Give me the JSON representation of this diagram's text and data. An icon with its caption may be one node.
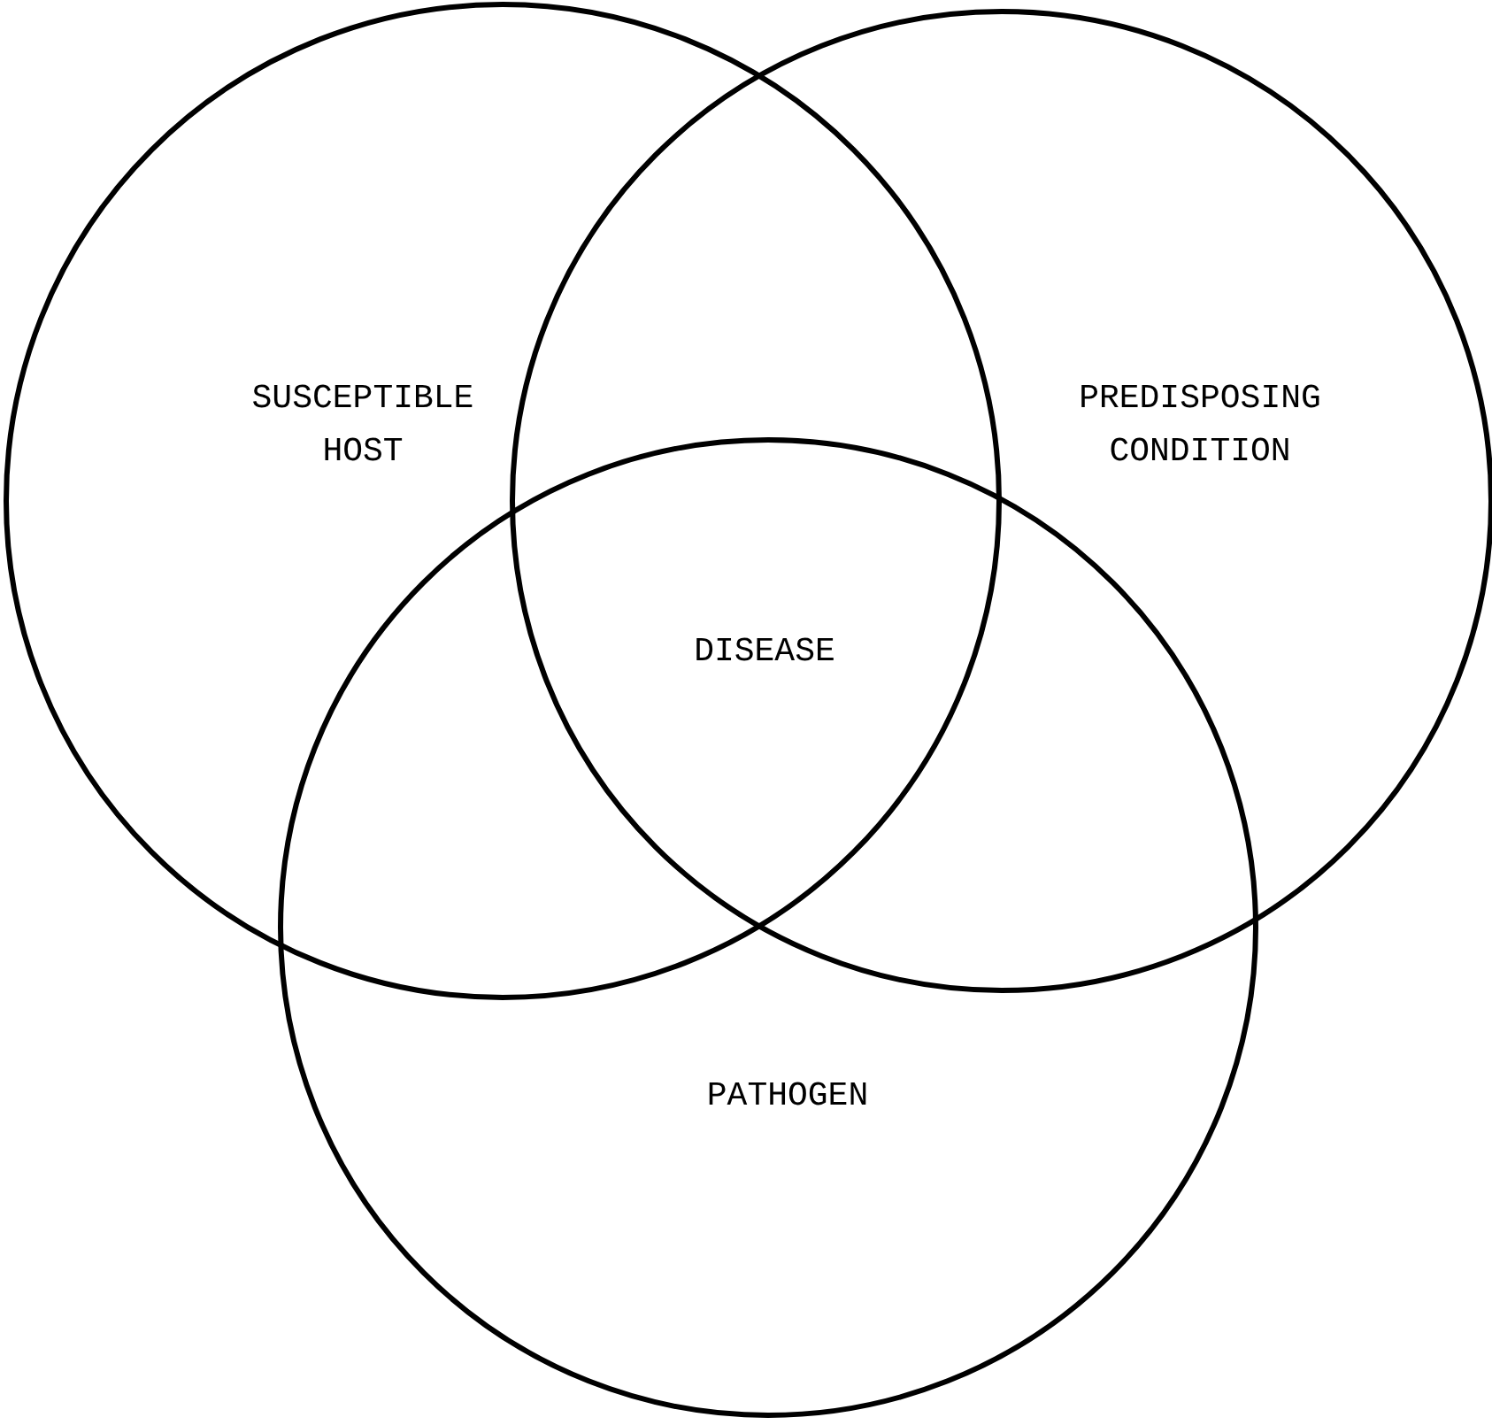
{
  "diagram": {
    "nodes": [
      {
        "text": [
          "SUSCEPTIBLE HOST"
        ]
      },
      {
        "text": [
          "PREDISPOSING CONDITION"
        ]
      },
      {
        "text": [
          "PATHOGEN"
        ]
      }
    ],
    "labels": [
      "DISEASE"
    ]
  }
}
